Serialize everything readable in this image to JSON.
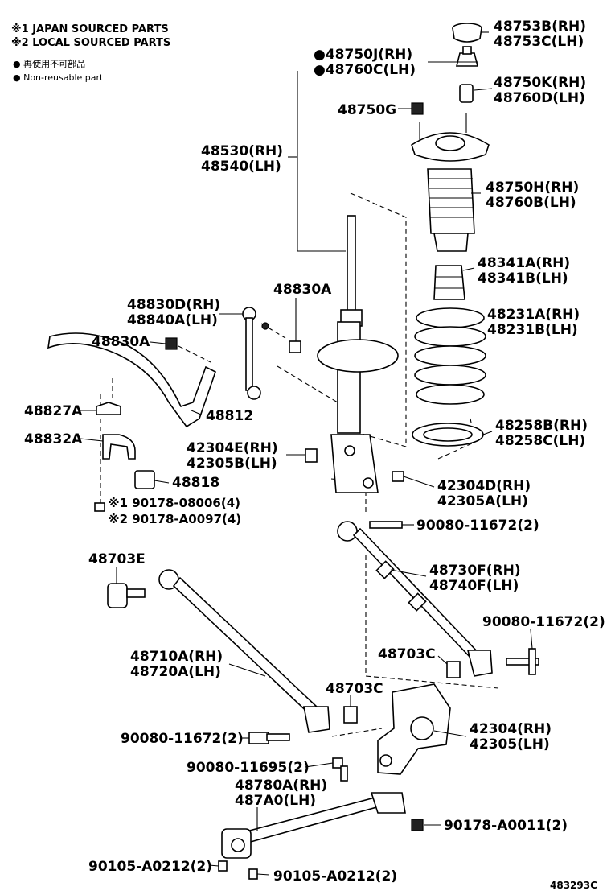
{
  "notes": {
    "japan": "※1 JAPAN SOURCED PARTS",
    "local": "※2 LOCAL SOURCED PARTS",
    "reuse_jp": "● 再使用不可部品",
    "reuse_en": "● Non-reusable part"
  },
  "reference_code": "483293C",
  "labels": {
    "p48753": [
      "48753B(RH)",
      "48753C(LH)"
    ],
    "p48750J": [
      "●48750J(RH)",
      "●48760C(LH)"
    ],
    "p48750K": [
      "48750K(RH)",
      "48760D(LH)"
    ],
    "p48750G": [
      "48750G"
    ],
    "p48530": [
      "48530(RH)",
      "48540(LH)"
    ],
    "p48750H": [
      "48750H(RH)",
      "48760B(LH)"
    ],
    "p48341": [
      "48341A(RH)",
      "48341B(LH)"
    ],
    "p48231": [
      "48231A(RH)",
      "48231B(LH)"
    ],
    "p48830D": [
      "48830D(RH)",
      "48840A(LH)"
    ],
    "p48830A_top": [
      "48830A"
    ],
    "p48830A_left": [
      "48830A"
    ],
    "p48258": [
      "48258B(RH)",
      "48258C(LH)"
    ],
    "p48827": [
      "48827A"
    ],
    "p48812": [
      "48812"
    ],
    "p48832": [
      "48832A"
    ],
    "p42304E": [
      "42304E(RH)",
      "42305B(LH)"
    ],
    "p48818": [
      "48818"
    ],
    "p42304D": [
      "42304D(RH)",
      "42305A(LH)"
    ],
    "p90178_08": [
      "※1 90178-08006(4)"
    ],
    "p90178_A0": [
      "※2 90178-A0097(4)"
    ],
    "p90080_a": [
      "90080-11672(2)"
    ],
    "p48703E": [
      "48703E"
    ],
    "p48730F": [
      "48730F(RH)",
      "48740F(LH)"
    ],
    "p90080_b": [
      "90080-11672(2)"
    ],
    "p48710A": [
      "48710A(RH)",
      "48720A(LH)"
    ],
    "p48703C_a": [
      "48703C"
    ],
    "p48703C_b": [
      "48703C"
    ],
    "p42304": [
      "42304(RH)",
      "42305(LH)"
    ],
    "p90080_c": [
      "90080-11672(2)"
    ],
    "p90080_d": [
      "90080-11695(2)"
    ],
    "p48780A": [
      "48780A(RH)",
      "487A0(LH)"
    ],
    "p90178_A0011": [
      "90178-A0011(2)"
    ],
    "p90105_a": [
      "90105-A0212(2)"
    ],
    "p90105_b": [
      "90105-A0212(2)"
    ]
  }
}
